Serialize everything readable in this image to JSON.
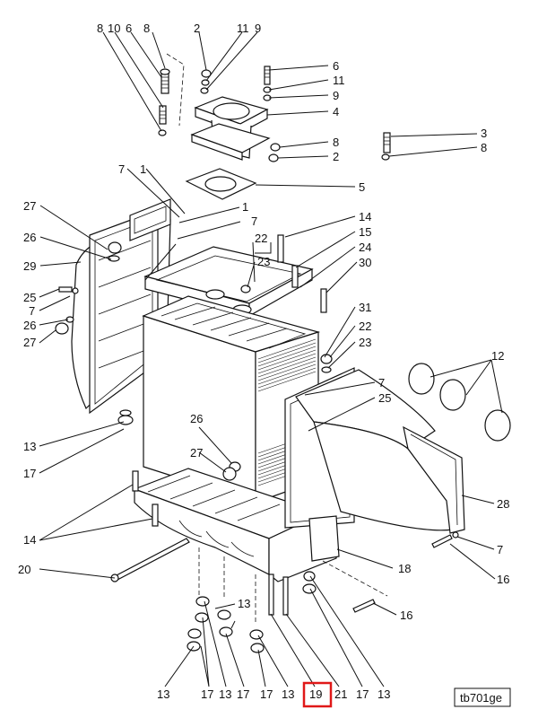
{
  "diagram": {
    "code": "tb701ge",
    "highlighted": "19",
    "top_labels": [
      "8",
      "10",
      "6",
      "8",
      "2",
      "11",
      "9"
    ],
    "right_labels": [
      "6",
      "11",
      "9",
      "4",
      "3",
      "8",
      "8",
      "2",
      "5"
    ],
    "left_labels": [
      "7",
      "1",
      "27",
      "26",
      "29",
      "25",
      "7",
      "26",
      "27",
      "13",
      "17",
      "14",
      "20"
    ],
    "mid_labels": [
      "1",
      "7",
      "14",
      "15",
      "22",
      "23",
      "24",
      "30",
      "31",
      "22",
      "23",
      "7",
      "25",
      "26",
      "27",
      "12",
      "28",
      "7",
      "16",
      "18",
      "13",
      "16"
    ],
    "bottom_labels": [
      "13",
      "17",
      "13",
      "17",
      "17",
      "13",
      "19",
      "21",
      "17",
      "13"
    ]
  }
}
